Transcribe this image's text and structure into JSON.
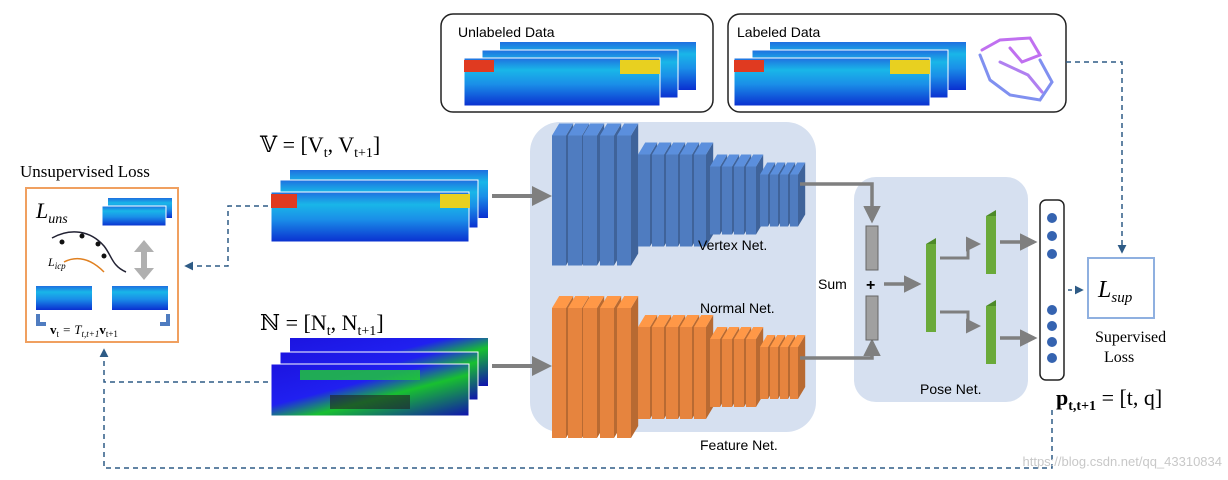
{
  "labels": {
    "unlabeled_data": "Unlabeled Data",
    "labeled_data": "Labeled Data",
    "unsupervised_loss_title": "Unsupervised Loss",
    "l_uns": "L",
    "l_uns_sub": "uns",
    "l_icp": "L",
    "l_icp_sub": "icp",
    "v_eq_left": "v",
    "v_eq_sub": "t",
    "v_eq_mid": " = T",
    "v_eq_mid_sub": "t,t+1",
    "v_eq_right": "v",
    "v_eq_right_sub": "t+1",
    "vertex_input": "𝕍 = [V",
    "vertex_input_sub1": "t",
    "vertex_input_mid": ", V",
    "vertex_input_sub2": "t+1",
    "vertex_input_end": "]",
    "normal_input": "ℕ = [N",
    "normal_input_sub1": "t",
    "normal_input_mid": ", N",
    "normal_input_sub2": "t+1",
    "normal_input_end": "]",
    "vertex_net": "Vertex Net.",
    "normal_net": "Normal Net.",
    "feature_net": "Feature Net.",
    "sum": "Sum",
    "plus": "+",
    "pose_net": "Pose Net.",
    "l_sup": "L",
    "l_sup_sub": "sup",
    "supervised_loss_1": "Supervised",
    "supervised_loss_2": "Loss",
    "pose_output": "p",
    "pose_output_sub": "t,t+1",
    "pose_output_rhs": " = [t, q]",
    "watermark": "https://blog.csdn.net/qq_43310834"
  },
  "colors": {
    "vertex_net": "#4f7cc0",
    "feature_net": "#e6843e",
    "pose_net": "#6aaa3a",
    "panel_bg": "#d6e0f0",
    "dash": "#2e5b86",
    "arrow": "#7f7f7f",
    "loss_box_border": "#f0a060",
    "sup_box_border": "#8fb0e0",
    "neuron": "#3563b0"
  }
}
